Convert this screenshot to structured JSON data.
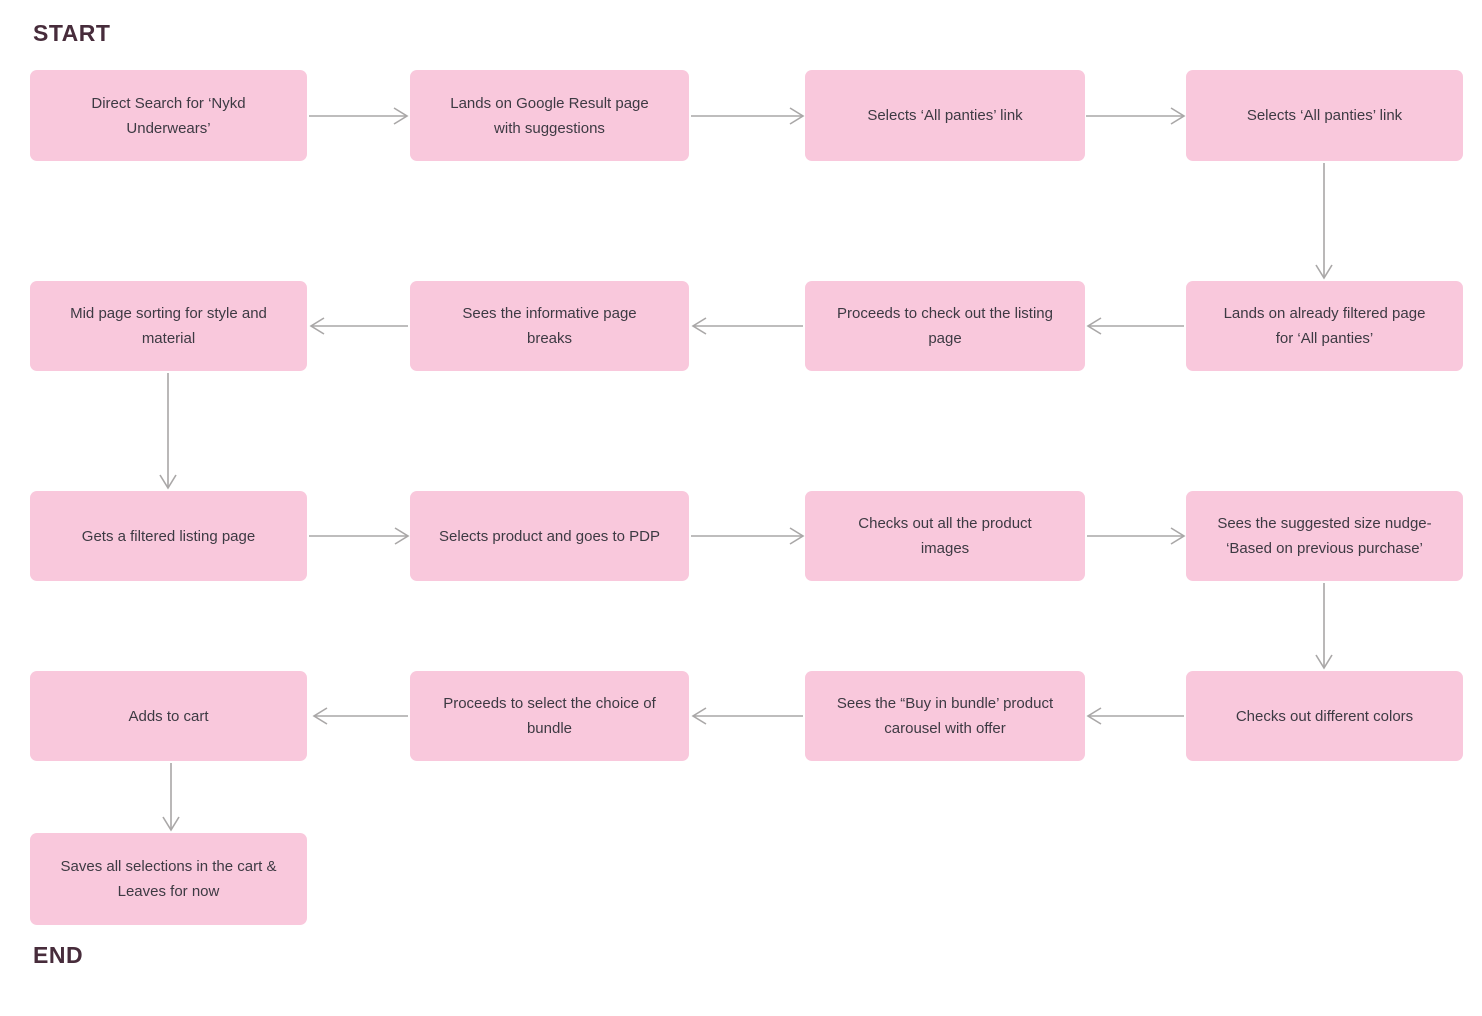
{
  "colors": {
    "background": "#ffffff",
    "box_fill": "#f9c8dc",
    "box_text": "#3d3a43",
    "label_color": "#472c3b",
    "arrow_color": "#a9a7a7"
  },
  "labels": {
    "start": "START",
    "end": "END"
  },
  "nodes": [
    {
      "id": "direct-search",
      "label": "Direct Search for ‘Nykd\nUnderwears’"
    },
    {
      "id": "google-result",
      "label": "Lands on Google Result page\nwith suggestions"
    },
    {
      "id": "selects-all-panties-1",
      "label": "Selects ‘All panties’ link"
    },
    {
      "id": "selects-all-panties-2",
      "label": "Selects ‘All panties’ link"
    },
    {
      "id": "lands-filtered-page",
      "label": "Lands on already filtered page\nfor ‘All panties’"
    },
    {
      "id": "checks-listing-page",
      "label": "Proceeds to check out the listing\npage"
    },
    {
      "id": "informative-breaks",
      "label": "Sees the informative page\nbreaks"
    },
    {
      "id": "mid-page-sorting",
      "label": "Mid page sorting for style and\nmaterial"
    },
    {
      "id": "filtered-listing",
      "label": "Gets a filtered listing page"
    },
    {
      "id": "selects-product-pdp",
      "label": "Selects product and goes to PDP"
    },
    {
      "id": "product-images",
      "label": "Checks out all the product\nimages"
    },
    {
      "id": "size-nudge",
      "label": "Sees the suggested size nudge-\n‘Based on previous purchase’"
    },
    {
      "id": "different-colors",
      "label": "Checks out different colors"
    },
    {
      "id": "bundle-carousel",
      "label": "Sees the “Buy in bundle’ product\ncarousel with offer"
    },
    {
      "id": "select-bundle",
      "label": "Proceeds to select the choice of\nbundle"
    },
    {
      "id": "adds-to-cart",
      "label": "Adds to cart"
    },
    {
      "id": "saves-and-leaves",
      "label": "Saves all selections in the cart &\nLeaves for now"
    }
  ]
}
